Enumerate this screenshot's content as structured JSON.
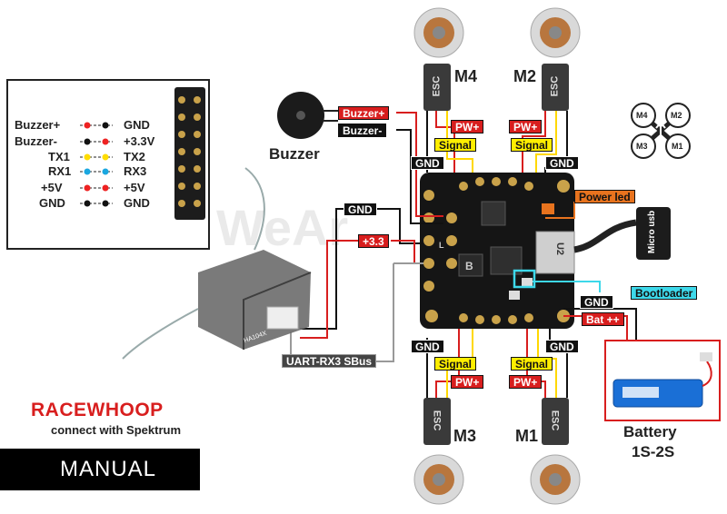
{
  "brand": {
    "title": "RACEWHOOP",
    "subtitle": "connect with Spektrum",
    "manual": "MANUAL",
    "watermark": "WeAr"
  },
  "pinout": {
    "left": [
      "Buzzer+",
      "Buzzer-",
      "TX1",
      "RX1",
      "+5V",
      "GND"
    ],
    "right": [
      "GND",
      "+3.3V",
      "TX2",
      "RX3",
      "+5V",
      "GND"
    ]
  },
  "buzzer": {
    "title": "Buzzer",
    "pos_label": "Buzzer+",
    "neg_label": "Buzzer-"
  },
  "motors": {
    "m1": "M1",
    "m2": "M2",
    "m3": "M3",
    "m4": "M4",
    "esc": "ESC"
  },
  "wire_labels": {
    "gnd": "GND",
    "pw": "PW+",
    "signal": "Signal",
    "v33": "+3.3",
    "bat": "Bat ++",
    "uart": "UART-RX3 SBus",
    "power_led": "Power led",
    "bootloader": "Bootloader",
    "micro_usb": "Micro usb"
  },
  "battery": {
    "title": "Battery",
    "spec": "1S-2S"
  },
  "receiver": {
    "model": "HA104X"
  },
  "board_marks": {
    "u2": "U2",
    "b": "B",
    "l": "L"
  },
  "colors": {
    "red": "#d81e1e",
    "black": "#111111",
    "yellow": "#ffee00",
    "cyan": "#3dd8ea",
    "orange": "#e8731e",
    "gray": "#999999"
  }
}
